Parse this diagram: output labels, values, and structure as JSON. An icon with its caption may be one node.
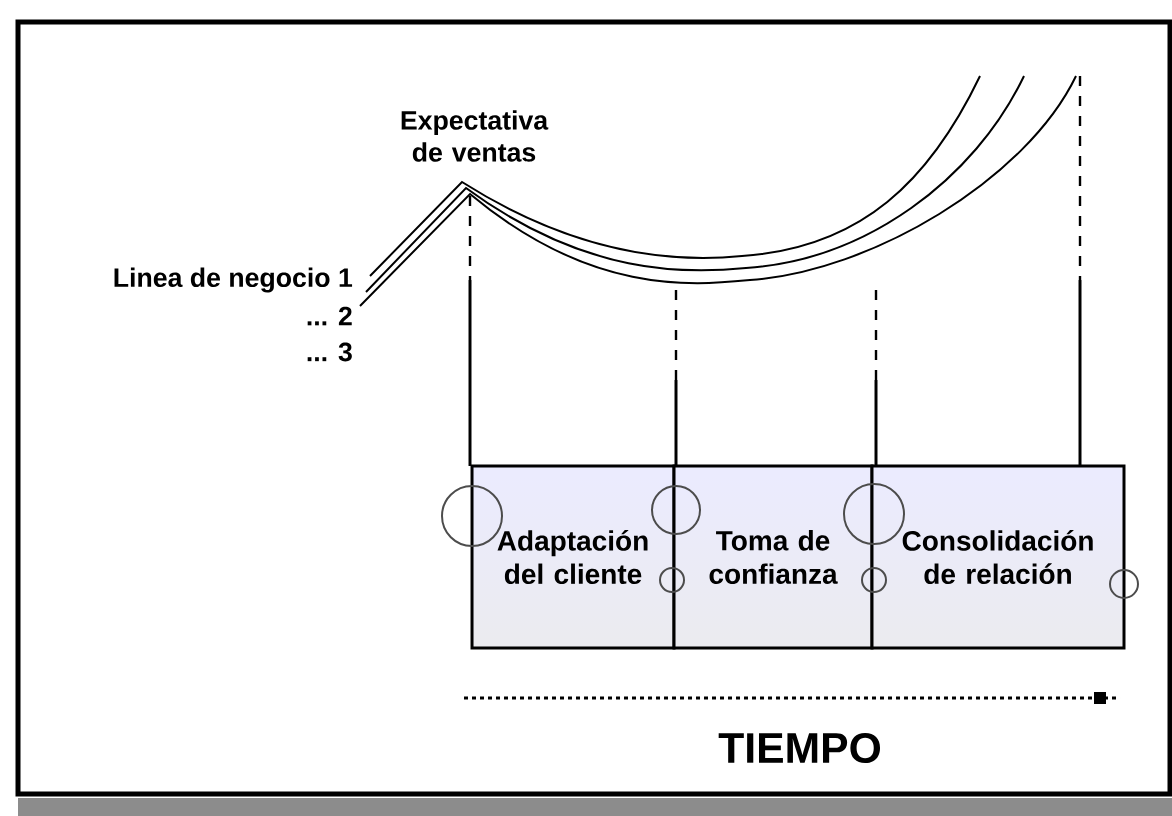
{
  "diagram": {
    "nodes": [
      {
        "text": [
          "Adaptación del cliente"
        ]
      },
      {
        "text": [
          "Toma de confianza"
        ]
      },
      {
        "text": [
          "Consolidación de relación"
        ]
      }
    ],
    "labels": [
      "Expectativa de ventas",
      "Linea de negocio 1",
      "... 2",
      "... 3",
      "TIEMPO"
    ]
  }
}
